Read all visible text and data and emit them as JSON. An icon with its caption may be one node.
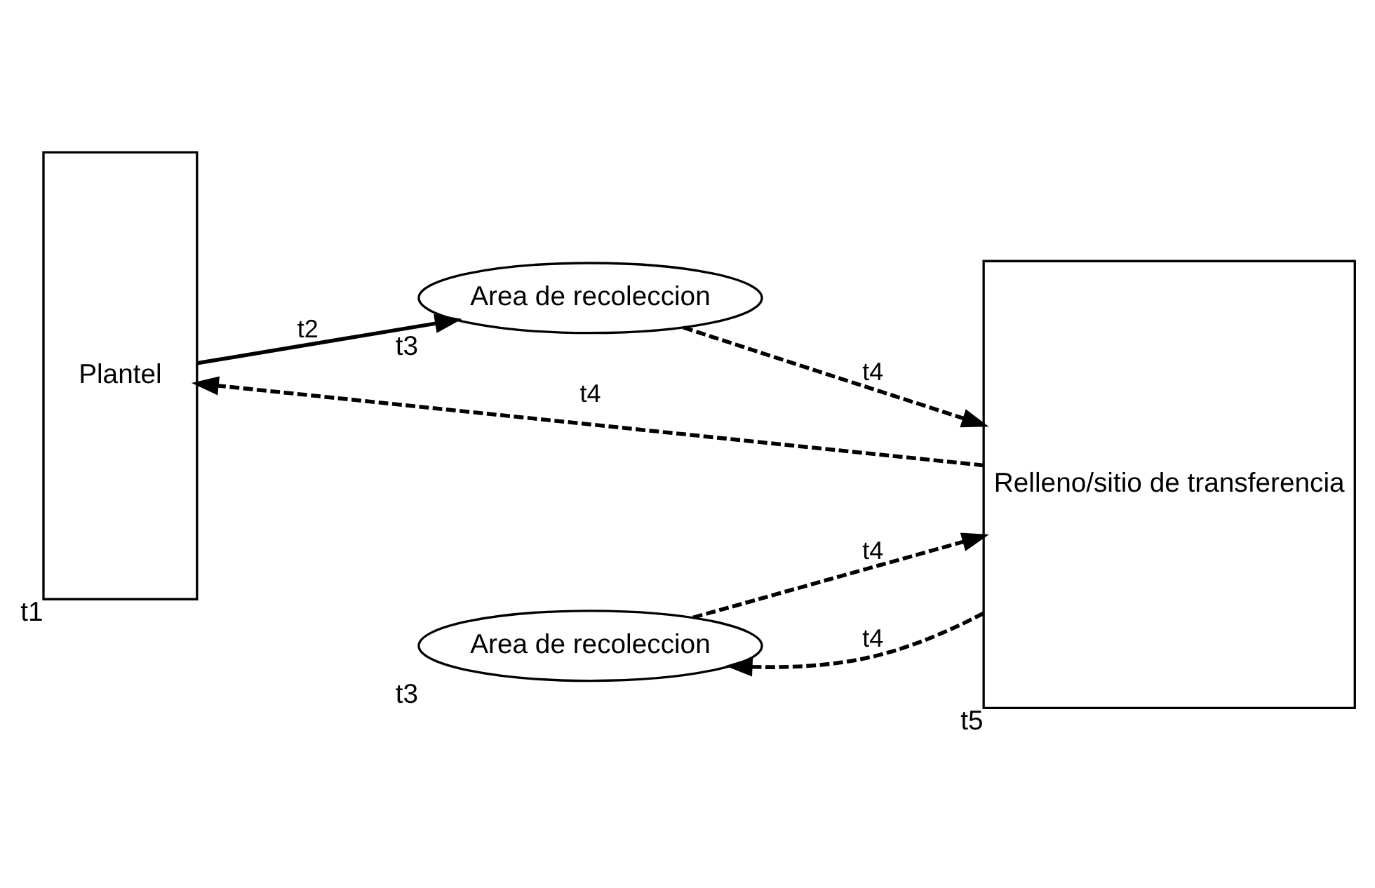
{
  "diagram": {
    "nodes": [
      {
        "text": [
          "Plantel"
        ],
        "beside": [
          "t1"
        ]
      },
      {
        "text": [
          "Area de recoleccion"
        ],
        "beside": [
          "t3"
        ]
      },
      {
        "text": [
          "Area de recoleccion"
        ],
        "beside": [
          "t3"
        ]
      },
      {
        "text": [
          "Relleno/sitio de transferencia"
        ],
        "beside": [
          "t5"
        ]
      }
    ],
    "edges": [
      {
        "from": 0,
        "to": 1,
        "arrow": "to",
        "label": "t2"
      },
      {
        "from": 1,
        "to": 3,
        "arrow": "to",
        "label": "t4",
        "style": "dashed"
      },
      {
        "from": 3,
        "to": 2,
        "arrow": "to",
        "label": "t4",
        "style": "dashed"
      },
      {
        "from": 2,
        "to": 3,
        "arrow": "to",
        "label": "t4",
        "style": "dashed"
      },
      {
        "from": 3,
        "to": 0,
        "arrow": "to",
        "label": "t4",
        "style": "dashed"
      }
    ]
  }
}
